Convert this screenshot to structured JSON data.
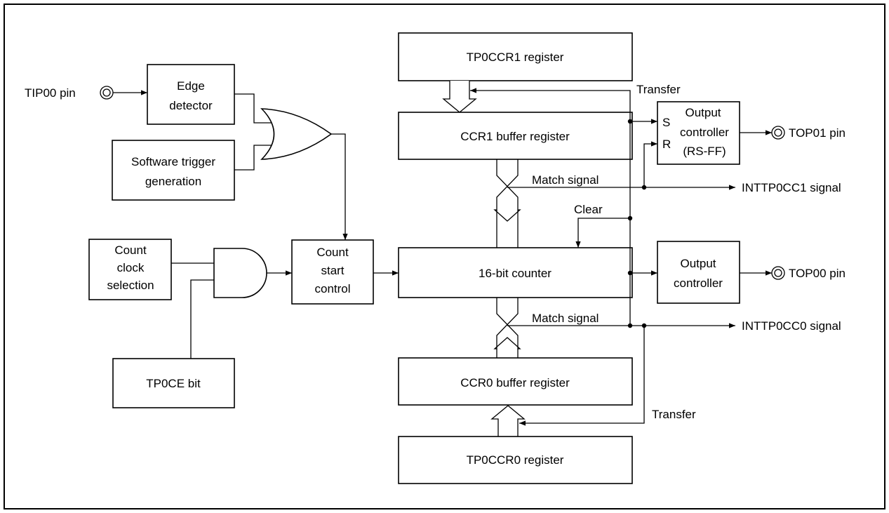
{
  "blocks": {
    "edge_detector": [
      "Edge",
      "detector"
    ],
    "software_trigger": [
      "Software trigger",
      "generation"
    ],
    "count_clock": [
      "Count",
      "clock",
      "selection"
    ],
    "tp0ce_bit": "TP0CE bit",
    "count_start": [
      "Count",
      "start",
      "control"
    ],
    "tp0ccr1_register": "TP0CCR1 register",
    "ccr1_buffer": "CCR1 buffer register",
    "counter16": "16-bit counter",
    "ccr0_buffer": "CCR0 buffer register",
    "tp0ccr0_register": "TP0CCR0 register",
    "output_ctrl_1": [
      "Output",
      "controller",
      "(RS-FF)"
    ],
    "output_ctrl_0": [
      "Output",
      "controller"
    ]
  },
  "rs_inputs": {
    "s": "S",
    "r": "R"
  },
  "pins": {
    "tip00": "TIP00 pin",
    "top01": "TOP01 pin",
    "top00": "TOP00 pin"
  },
  "signals": {
    "transfer_top": "Transfer",
    "match1": "Match signal",
    "inttp0cc1": "INTTP0CC1 signal",
    "clear": "Clear",
    "match0": "Match signal",
    "inttp0cc0": "INTTP0CC0 signal",
    "transfer_bottom": "Transfer"
  }
}
